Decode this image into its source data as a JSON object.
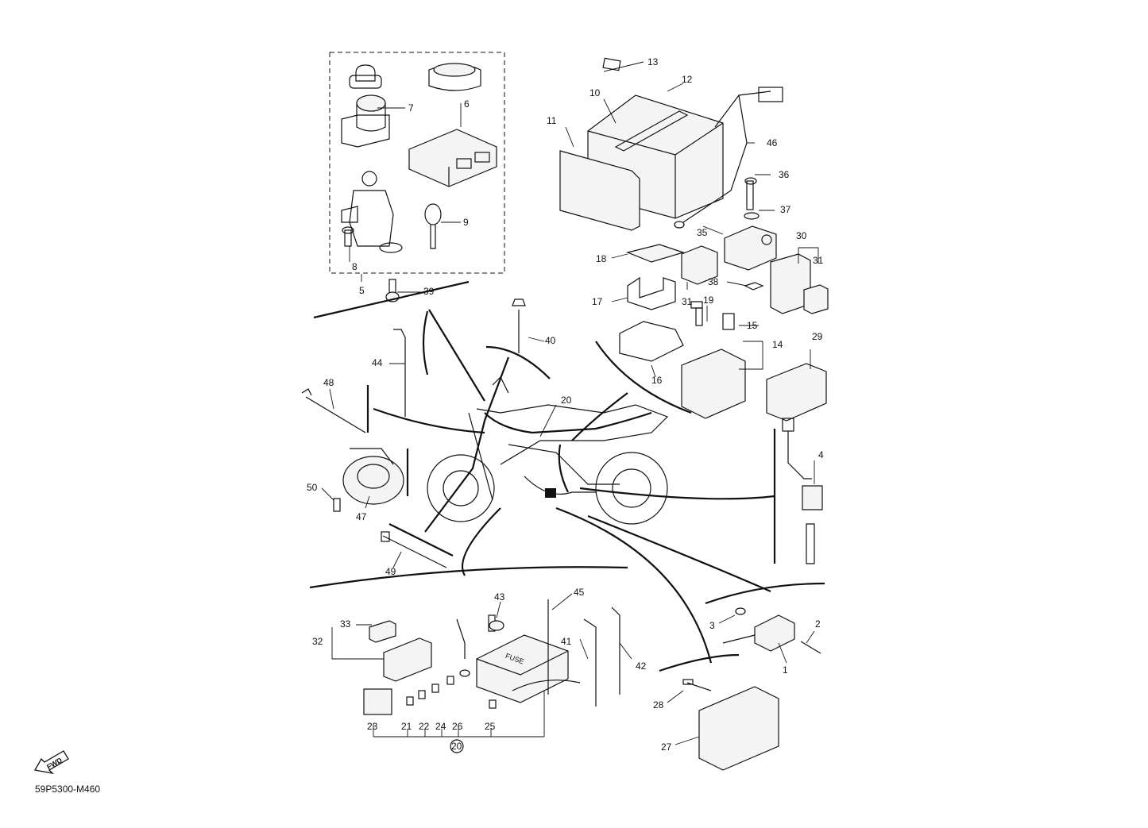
{
  "drawing_code": "59P5300-M460",
  "fwd_label": "FWD",
  "fuse_label": "FUSE",
  "callouts": {
    "c1": "1",
    "c2": "2",
    "c3": "3",
    "c4": "4",
    "c5": "5",
    "c6": "6",
    "c7": "7",
    "c8": "8",
    "c9": "9",
    "c10": "10",
    "c11": "11",
    "c12": "12",
    "c13": "13",
    "c14": "14",
    "c15": "15",
    "c16": "16",
    "c17": "17",
    "c18": "18",
    "c19": "19",
    "c20": "20",
    "c20b": "20",
    "c21": "21",
    "c22": "22",
    "c23": "23",
    "c24": "24",
    "c25": "25",
    "c26": "26",
    "c27": "27",
    "c28": "28",
    "c29": "29",
    "c30": "30",
    "c31": "31",
    "c31b": "31",
    "c32": "32",
    "c33": "33",
    "c35": "35",
    "c36": "36",
    "c37": "37",
    "c38": "38",
    "c39": "39",
    "c40": "40",
    "c41": "41",
    "c42": "42",
    "c43": "43",
    "c44": "44",
    "c45": "45",
    "c46": "46",
    "c47": "47",
    "c48": "48",
    "c49": "49",
    "c50": "50"
  }
}
